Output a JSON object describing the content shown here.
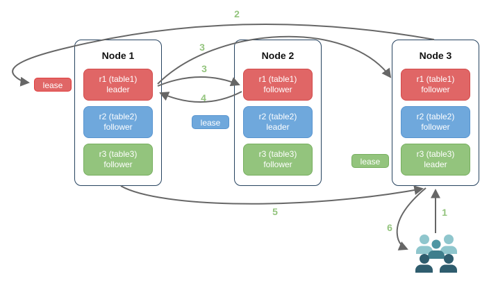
{
  "nodes": [
    {
      "title": "Node 1",
      "replicas": [
        {
          "id": "r1 (table1)",
          "role": "leader",
          "color": "#E06666"
        },
        {
          "id": "r2 (table2)",
          "role": "follower",
          "color": "#6FA8DC"
        },
        {
          "id": "r3 (table3)",
          "role": "follower",
          "color": "#93C47D"
        }
      ]
    },
    {
      "title": "Node 2",
      "replicas": [
        {
          "id": "r1 (table1)",
          "role": "follower",
          "color": "#E06666"
        },
        {
          "id": "r2 (table2)",
          "role": "leader",
          "color": "#6FA8DC"
        },
        {
          "id": "r3 (table3)",
          "role": "follower",
          "color": "#93C47D"
        }
      ]
    },
    {
      "title": "Node 3",
      "replicas": [
        {
          "id": "r1 (table1)",
          "role": "follower",
          "color": "#E06666"
        },
        {
          "id": "r2 (table2)",
          "role": "follower",
          "color": "#6FA8DC"
        },
        {
          "id": "r3 (table3)",
          "role": "leader",
          "color": "#93C47D"
        }
      ]
    }
  ],
  "leases": [
    {
      "label": "lease",
      "color": "#E06666"
    },
    {
      "label": "lease",
      "color": "#6FA8DC"
    },
    {
      "label": "lease",
      "color": "#93C47D"
    }
  ],
  "arrows": {
    "a1": {
      "label": "1"
    },
    "a2": {
      "label": "2"
    },
    "a3_long": {
      "label": "3"
    },
    "a3_short": {
      "label": "3"
    },
    "a4": {
      "label": "4"
    },
    "a5": {
      "label": "5"
    },
    "a6": {
      "label": "6"
    }
  },
  "icons": {
    "users_group": "users-group-icon"
  },
  "colors": {
    "arrow": "#666666",
    "arrow_label": "#93C47D",
    "node_border": "#24415E",
    "replica_text": "#FFFFFF",
    "people_light": "#8FC6CD",
    "people_mid": "#4E96A3",
    "people_dark": "#2F5D6E"
  }
}
